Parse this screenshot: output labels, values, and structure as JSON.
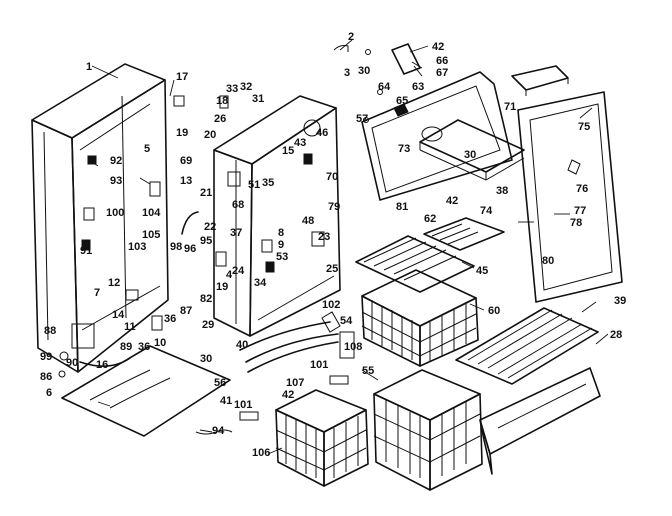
{
  "callouts": [
    "1",
    "2",
    "3",
    "30",
    "42",
    "66",
    "63",
    "67",
    "64",
    "65",
    "71",
    "17",
    "18",
    "33",
    "32",
    "31",
    "19",
    "26",
    "20",
    "92",
    "5",
    "93",
    "13",
    "69",
    "15",
    "43",
    "46",
    "51",
    "35",
    "70",
    "57",
    "73",
    "30",
    "75",
    "104",
    "105",
    "103",
    "21",
    "22",
    "68",
    "37",
    "8",
    "9",
    "48",
    "79",
    "23",
    "25",
    "24",
    "53",
    "34",
    "100",
    "91",
    "96",
    "95",
    "98",
    "12",
    "14",
    "82",
    "87",
    "36",
    "11",
    "10",
    "7",
    "19",
    "4",
    "29",
    "102",
    "54",
    "88",
    "99",
    "86",
    "6",
    "89",
    "36",
    "16",
    "90",
    "30",
    "40",
    "56",
    "41",
    "101",
    "42",
    "107",
    "94",
    "106",
    "101",
    "108",
    "55",
    "81",
    "74",
    "38",
    "42",
    "62",
    "45",
    "60",
    "76",
    "77",
    "78",
    "80",
    "39",
    "28"
  ]
}
